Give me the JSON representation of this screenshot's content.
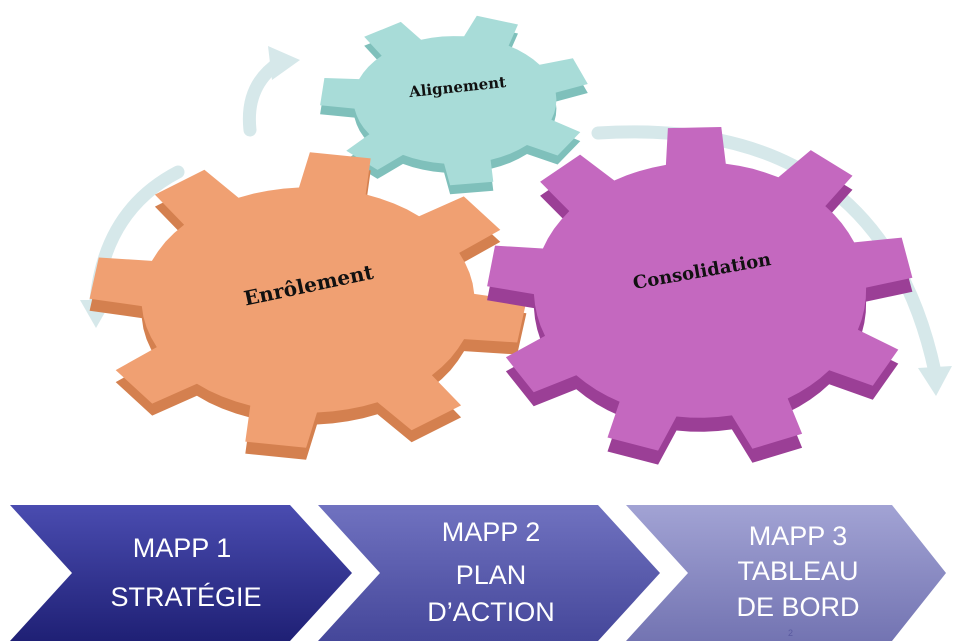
{
  "gears": {
    "alignement": {
      "label": "Alignement",
      "color": "#a8dcd8",
      "side_color": "#7fc0bb"
    },
    "enrolement": {
      "label": "Enrôlement",
      "color": "#f0a072",
      "side_color": "#d4804f"
    },
    "consolidation": {
      "label": "Consolidation",
      "color": "#c468bf",
      "side_color": "#9b3f96"
    }
  },
  "cycle_arrow_color": "#d6e8ea",
  "steps": [
    {
      "line1": "MAPP 1",
      "line2": "STRATÉGIE",
      "line3": ""
    },
    {
      "line1": "MAPP 2",
      "line2": "PLAN",
      "line3": "D’ACTION"
    },
    {
      "line1": "MAPP 3",
      "line2": "TABLEAU",
      "line3": "DE BORD"
    }
  ],
  "step_colors": [
    "#2b2c8c",
    "#5456a8",
    "#8586c0"
  ],
  "page_number": "2"
}
